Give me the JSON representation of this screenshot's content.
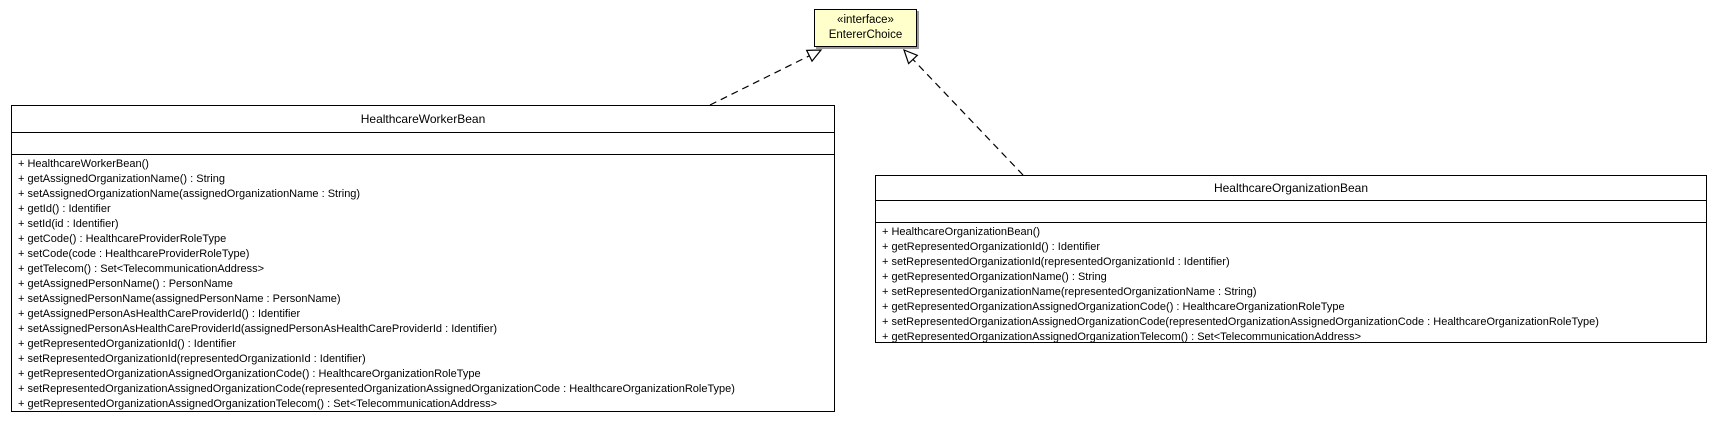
{
  "diagram_title": "UML class diagram",
  "colors": {
    "interface_fill": "#FFFFCC",
    "node_border": "#000000",
    "class_fill": "#FFFFFF",
    "shadow": "#999999"
  },
  "interface_node": {
    "stereotype": "«interface»",
    "name": "EntererChoice"
  },
  "classes": [
    {
      "name": "HealthcareWorkerBean",
      "attributes": [],
      "methods": [
        "+ HealthcareWorkerBean()",
        "+ getAssignedOrganizationName() : String",
        "+ setAssignedOrganizationName(assignedOrganizationName : String)",
        "+ getId() : Identifier",
        "+ setId(id : Identifier)",
        "+ getCode() : HealthcareProviderRoleType",
        "+ setCode(code : HealthcareProviderRoleType)",
        "+ getTelecom() : Set<TelecommunicationAddress>",
        "+ getAssignedPersonName() : PersonName",
        "+ setAssignedPersonName(assignedPersonName : PersonName)",
        "+ getAssignedPersonAsHealthCareProviderId() : Identifier",
        "+ setAssignedPersonAsHealthCareProviderId(assignedPersonAsHealthCareProviderId : Identifier)",
        "+ getRepresentedOrganizationId() : Identifier",
        "+ setRepresentedOrganizationId(representedOrganizationId : Identifier)",
        "+ getRepresentedOrganizationAssignedOrganizationCode() : HealthcareOrganizationRoleType",
        "+ setRepresentedOrganizationAssignedOrganizationCode(representedOrganizationAssignedOrganizationCode : HealthcareOrganizationRoleType)",
        "+ getRepresentedOrganizationAssignedOrganizationTelecom() : Set<TelecommunicationAddress>"
      ]
    },
    {
      "name": "HealthcareOrganizationBean",
      "attributes": [],
      "methods": [
        "+ HealthcareOrganizationBean()",
        "+ getRepresentedOrganizationId() : Identifier",
        "+ setRepresentedOrganizationId(representedOrganizationId : Identifier)",
        "+ getRepresentedOrganizationName() : String",
        "+ setRepresentedOrganizationName(representedOrganizationName : String)",
        "+ getRepresentedOrganizationAssignedOrganizationCode() : HealthcareOrganizationRoleType",
        "+ setRepresentedOrganizationAssignedOrganizationCode(representedOrganizationAssignedOrganizationCode : HealthcareOrganizationRoleType)",
        "+ getRepresentedOrganizationAssignedOrganizationTelecom() : Set<TelecommunicationAddress>"
      ]
    }
  ],
  "relations": [
    {
      "type": "realization",
      "from": "HealthcareWorkerBean",
      "to": "EntererChoice"
    },
    {
      "type": "realization",
      "from": "HealthcareOrganizationBean",
      "to": "EntererChoice"
    }
  ]
}
